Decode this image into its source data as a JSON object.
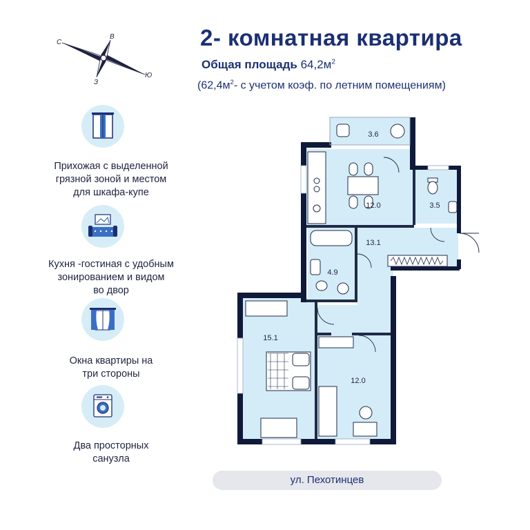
{
  "title": "2- комнатная  квартира",
  "area": {
    "label": "Общая площадь",
    "value": "64,2м",
    "sup": "2"
  },
  "coef": {
    "part1": "(62,4м",
    "sup": "2",
    "part2": "- с учетом коэф. по летним помещениям)"
  },
  "compass": {
    "n": "В",
    "s": "З",
    "w": "С",
    "e": "Ю"
  },
  "features": [
    {
      "line1": "Прихожая с выделенной",
      "line2": "грязной зоной  и местом",
      "line3": "для шкафа-купе",
      "icon": "wardrobe-icon"
    },
    {
      "line1": "Кухня -гостиная с удобным",
      "line2": "зонированием и видом",
      "line3": "во двор",
      "icon": "sofa-icon"
    },
    {
      "line1": "Окна квартиры на",
      "line2": "три стороны",
      "icon": "window-curtains-icon"
    },
    {
      "line1": "Два просторных",
      "line2": "санузла",
      "icon": "washing-machine-icon"
    }
  ],
  "rooms": {
    "balcony": "3.6",
    "kitchen": "12.0",
    "bathroom_small": "3.5",
    "hall": "13.1",
    "bathroom": "4.9",
    "bedroom_left": "15.1",
    "bedroom_right": "12.0"
  },
  "street": "ул. Пехотинцев",
  "colors": {
    "brand": "#1b2f73",
    "wall": "#0f1a3a",
    "room_fill": "#d4ecf7",
    "feature_circle": "#d6edf7"
  }
}
